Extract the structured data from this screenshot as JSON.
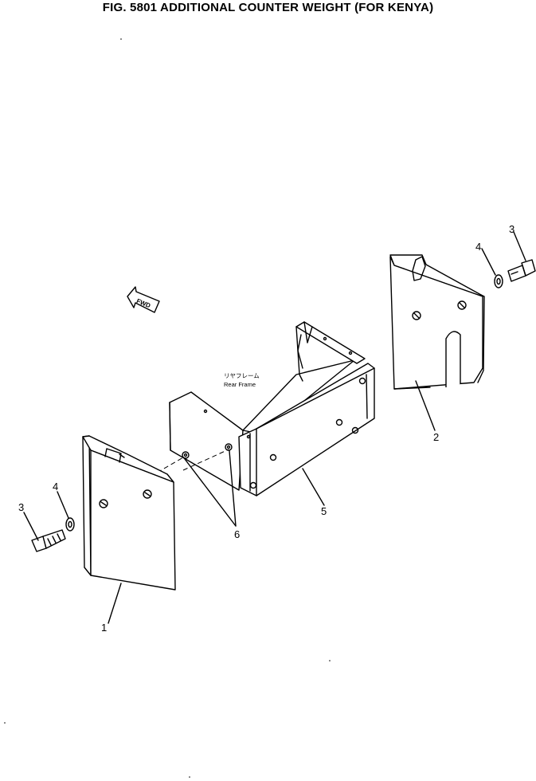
{
  "title": "FIG. 5801  ADDITIONAL COUNTER WEIGHT (FOR KENYA)",
  "fwd_label": "FWD",
  "rear_frame_label_jp": "リヤフレーム",
  "rear_frame_label_en": "Rear Frame",
  "callouts": {
    "part1": "1",
    "part2": "2",
    "part3_left": "3",
    "part3_right": "3",
    "part4_left": "4",
    "part4_right": "4",
    "part5": "5",
    "part6": "6"
  }
}
